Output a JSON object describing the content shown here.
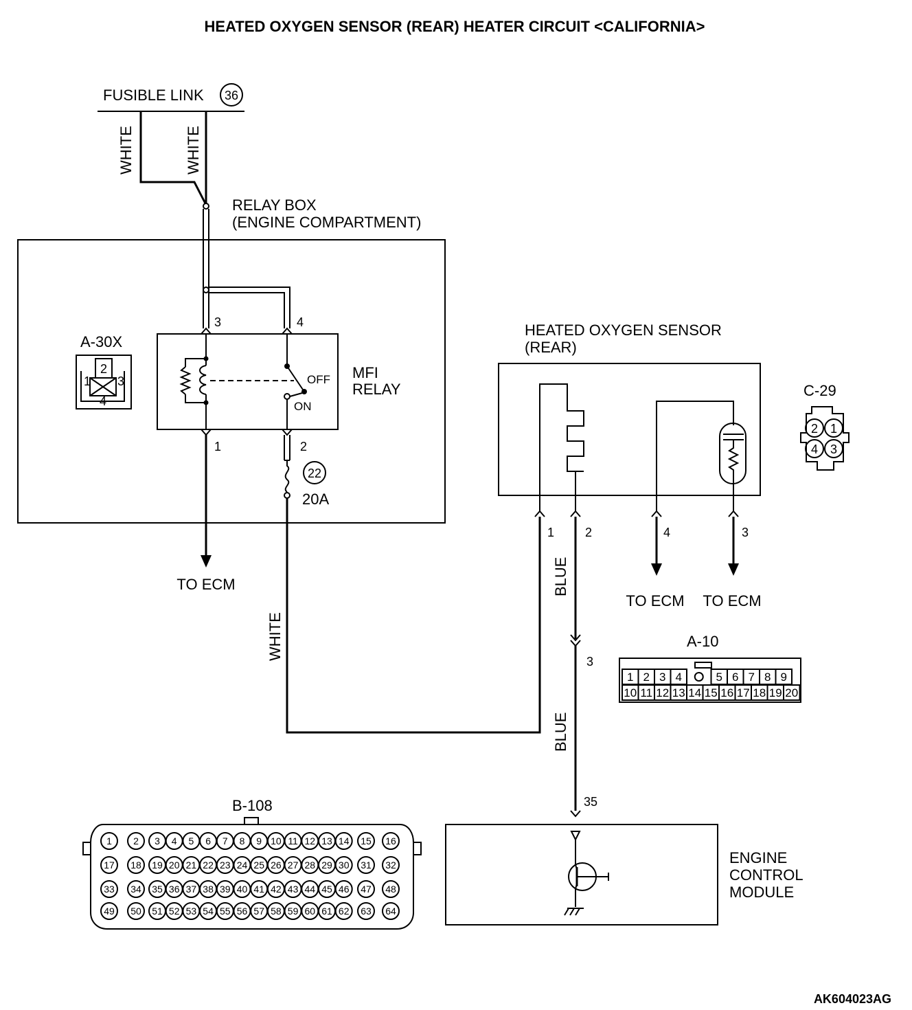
{
  "title": "HEATED OXYGEN SENSOR (REAR) HEATER CIRCUIT <CALIFORNIA>",
  "fusible_link": {
    "label": "FUSIBLE LINK",
    "number": "36"
  },
  "wires": {
    "white": "WHITE",
    "blue": "BLUE"
  },
  "relay_box": {
    "line1": "RELAY BOX",
    "line2": "(ENGINE COMPARTMENT)"
  },
  "mfi_relay": {
    "line1": "MFI",
    "line2": "RELAY",
    "off": "OFF",
    "on": "ON",
    "pins": {
      "p1": "1",
      "p2": "2",
      "p3": "3",
      "p4": "4"
    }
  },
  "fuse": {
    "number": "22",
    "rating": "20A"
  },
  "to_ecm": "TO ECM",
  "sensor": {
    "line1": "HEATED OXYGEN SENSOR",
    "line2": "(REAR)",
    "pins": {
      "p1": "1",
      "p2": "2",
      "p3": "3",
      "p4": "4"
    }
  },
  "connectors": {
    "a30x": {
      "name": "A-30X",
      "pins": [
        "1",
        "2",
        "3",
        "4"
      ]
    },
    "c29": {
      "name": "C-29",
      "pins": [
        "2",
        "1",
        "4",
        "3"
      ]
    },
    "a10": {
      "name": "A-10",
      "row1": [
        "1",
        "2",
        "3",
        "4",
        "",
        "5",
        "6",
        "7",
        "8",
        "9"
      ],
      "row2": [
        "10",
        "11",
        "12",
        "13",
        "14",
        "15",
        "16",
        "17",
        "18",
        "19",
        "20"
      ]
    },
    "b108": {
      "name": "B-108",
      "rows": [
        [
          "1",
          "2",
          "3",
          "4",
          "5",
          "6",
          "7",
          "8",
          "9",
          "10",
          "11",
          "12",
          "13",
          "14",
          "15",
          "16"
        ],
        [
          "17",
          "18",
          "19",
          "20",
          "21",
          "22",
          "23",
          "24",
          "25",
          "26",
          "27",
          "28",
          "29",
          "30",
          "31",
          "32"
        ],
        [
          "33",
          "34",
          "35",
          "36",
          "37",
          "38",
          "39",
          "40",
          "41",
          "42",
          "43",
          "44",
          "45",
          "46",
          "47",
          "48"
        ],
        [
          "49",
          "50",
          "51",
          "52",
          "53",
          "54",
          "55",
          "56",
          "57",
          "58",
          "59",
          "60",
          "61",
          "62",
          "63",
          "64"
        ]
      ]
    }
  },
  "junction_pin": "3",
  "ecm": {
    "pin": "35",
    "line1": "ENGINE",
    "line2": "CONTROL",
    "line3": "MODULE"
  },
  "figure_code": "AK604023AG"
}
